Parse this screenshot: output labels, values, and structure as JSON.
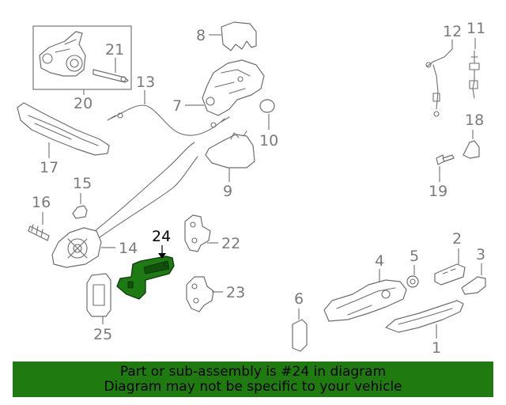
{
  "callouts": [
    {
      "id": "1",
      "label": "1"
    },
    {
      "id": "2",
      "label": "2"
    },
    {
      "id": "3",
      "label": "3"
    },
    {
      "id": "4",
      "label": "4"
    },
    {
      "id": "5",
      "label": "5"
    },
    {
      "id": "6",
      "label": "6"
    },
    {
      "id": "7",
      "label": "7"
    },
    {
      "id": "8",
      "label": "8"
    },
    {
      "id": "9",
      "label": "9"
    },
    {
      "id": "10",
      "label": "10"
    },
    {
      "id": "11",
      "label": "11"
    },
    {
      "id": "12",
      "label": "12"
    },
    {
      "id": "13",
      "label": "13"
    },
    {
      "id": "14",
      "label": "14"
    },
    {
      "id": "15",
      "label": "15"
    },
    {
      "id": "16",
      "label": "16"
    },
    {
      "id": "17",
      "label": "17"
    },
    {
      "id": "18",
      "label": "18"
    },
    {
      "id": "19",
      "label": "19"
    },
    {
      "id": "20",
      "label": "20"
    },
    {
      "id": "21",
      "label": "21"
    },
    {
      "id": "22",
      "label": "22"
    },
    {
      "id": "23",
      "label": "23"
    },
    {
      "id": "24",
      "label": "24"
    },
    {
      "id": "25",
      "label": "25"
    }
  ],
  "highlight": {
    "part": "24",
    "color": "#1e7a12"
  },
  "banner": {
    "line1": "Part or sub-assembly is #24 in diagram",
    "line2": "Diagram may not be specific to your vehicle",
    "background": "#1f7a10"
  }
}
